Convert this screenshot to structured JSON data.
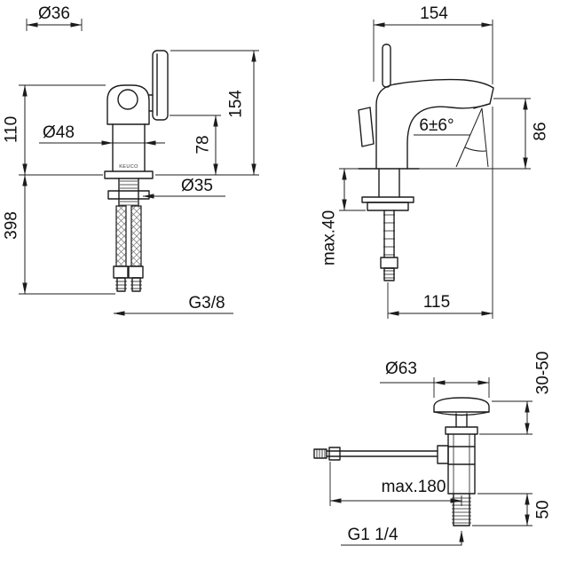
{
  "document": {
    "type_label": "faucet-dimension-drawing",
    "brand": "KEUCO"
  },
  "front_view": {
    "dia_handle": "Ø36",
    "height_spout": "110",
    "dia_body": "Ø48",
    "height_outlet": "78",
    "height_total": "154",
    "length_hoses": "398",
    "dia_shank": "Ø35",
    "thread_hoses": "G3/8"
  },
  "side_view": {
    "depth_total": "154",
    "spray_angle": "6±6°",
    "height_outlet": "86",
    "deck_thickness": "max.40",
    "projection": "115"
  },
  "drain_view": {
    "dia_plug": "Ø63",
    "height_range": "30-50",
    "rod_length": "max.180",
    "tail_length": "50",
    "thread_waste": "G1 1/4"
  }
}
